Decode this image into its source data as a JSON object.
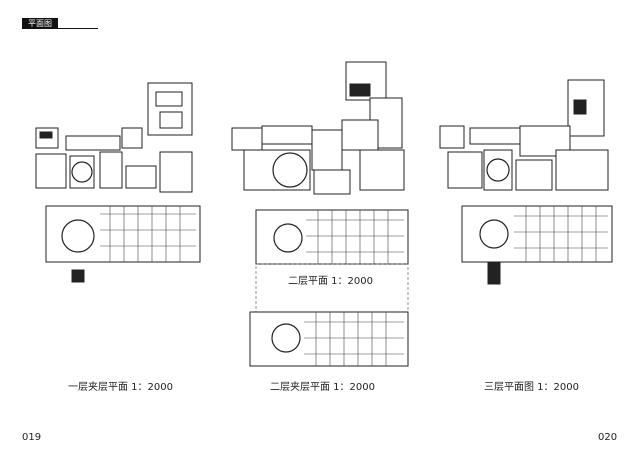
{
  "header": {
    "section_tag": "平面图"
  },
  "plans": [
    {
      "caption": "一层夹层平面  1：2000"
    },
    {
      "caption": "二层平面  1：2000"
    },
    {
      "caption": "二层夹层平面  1：2000"
    },
    {
      "caption": "三层平面图    1：2000"
    }
  ],
  "page_numbers": {
    "left": "019",
    "right": "020"
  }
}
